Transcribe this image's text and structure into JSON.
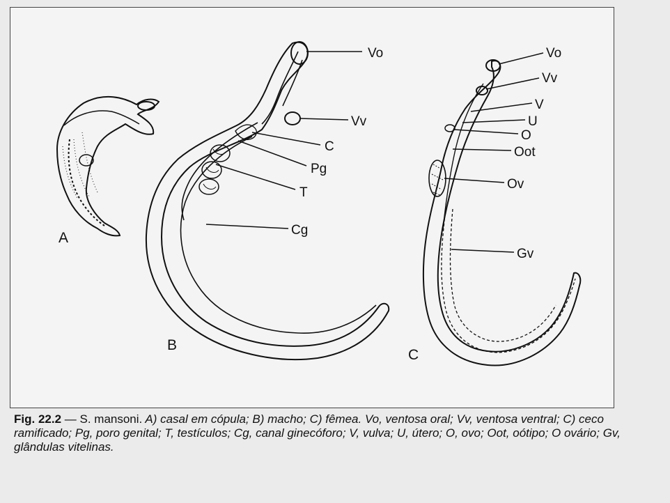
{
  "figure": {
    "number": "Fig. 22.2",
    "dash": "—",
    "species": "S. mansoni.",
    "parts": "A) casal em cópula; B) macho; C) fêmea.",
    "legend": "Vo, ventosa oral; Vv, ventosa ventral; C) ceco ramificado; Pg, poro genital; T, testículos; Cg, canal ginecóforo; V, vulva; U, útero; O, ovo; Oot, oótipo; O ovário; Gv, glândulas vitelinas."
  },
  "panels": {
    "a": "A",
    "b": "B",
    "c": "C"
  },
  "male_labels": {
    "vo": "Vo",
    "vv": "Vv",
    "c": "C",
    "pg": "Pg",
    "t": "T",
    "cg": "Cg"
  },
  "female_labels": {
    "vo": "Vo",
    "vv": "Vv",
    "v": "V",
    "u": "U",
    "o": "O",
    "oot": "Oot",
    "ov": "Ov",
    "gv": "Gv"
  },
  "colors": {
    "ink": "#111111",
    "paper": "#f4f4f4",
    "scan_background": "#ebebeb",
    "bleed_text": "#8c8c8c"
  }
}
